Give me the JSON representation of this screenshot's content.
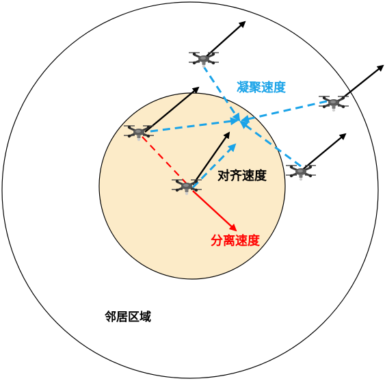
{
  "labels": {
    "cohesion": "凝聚速度",
    "alignment": "对齐速度",
    "separation": "分离速度",
    "neighbor_region": "邻居区域"
  },
  "colors": {
    "cohesion": "#1aa3e8",
    "alignment": "#000000",
    "separation": "#ff0000",
    "neighbor_region": "#000000",
    "inner_region_fill": "#fcebc8",
    "outer_region_stroke": "#000000"
  },
  "icons": {
    "drone": "quadcopter-drone-icon"
  }
}
